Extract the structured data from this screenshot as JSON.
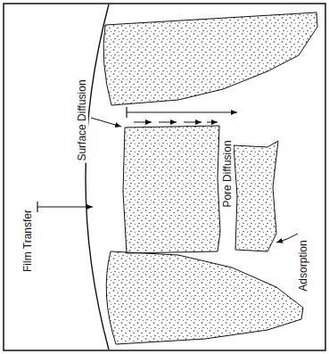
{
  "diagram": {
    "labels": [
      "Surface Diffusion",
      "Film Transfer",
      "Pore Diffusion",
      "Adsorption"
    ]
  }
}
